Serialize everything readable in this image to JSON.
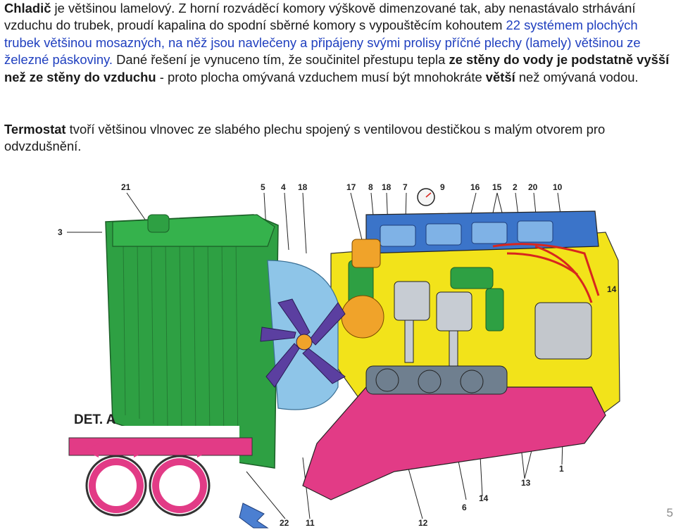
{
  "paragraph1": {
    "s1_bold": "Chladič",
    "s2": " je většinou lamelový. Z horní rozváděcí komory výškově dimenzované tak, aby nenastávalo strhávání vzduchu do trubek, proudí kapalina do spodní sběrné komory s vypouštěcím kohoutem ",
    "s3_blue": "22 systémem plochých trubek většinou mosazných, na něž jsou navlečeny a připájeny svými prolisy příčné plechy (lamely) většinou ze železné páskoviny.",
    "s4": " Dané řešení je vynuceno tím, že součinitel přestupu tepla ",
    "s5_bold": "ze stěny do vody je podstatně vyšší než ze stěny do vzduchu",
    "s6": " - proto plocha omývaná vzduchem musí být mnohokráte ",
    "s7_bold": "větší",
    "s8": " než omývaná vodou."
  },
  "paragraph2": {
    "s1_bold": "Termostat",
    "s2": " tvoří většinou vlnovec ze slabého plechu spojený s ventilovou destičkou s malým otvorem pro odvzdušnění."
  },
  "figure": {
    "detail_label": "DET. A",
    "labels": [
      "21",
      "5",
      "4",
      "18",
      "17",
      "8",
      "18",
      "7",
      "9",
      "16",
      "15",
      "2",
      "20",
      "10",
      "14",
      "22",
      "11",
      "12",
      "6",
      "14",
      "13",
      "1",
      "3"
    ],
    "colors": {
      "radiator": "#2ea043",
      "fan": "#5b3fa0",
      "shroud": "#8ec5e8",
      "block": "#f2e31a",
      "manifold": "#e23b86",
      "head": "#3b74c9",
      "crank": "#6f7f8f",
      "orange": "#f0a32a"
    }
  },
  "page_number": "5"
}
